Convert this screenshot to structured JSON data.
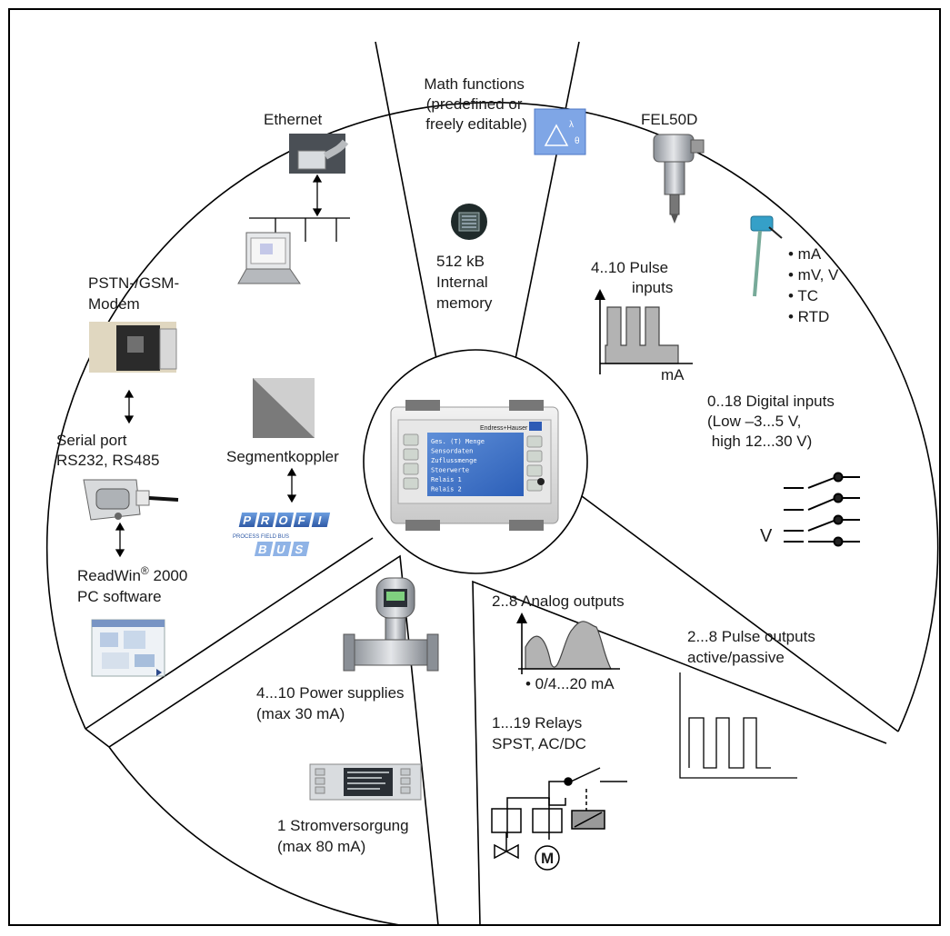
{
  "segments": {
    "math": {
      "title_lines": [
        "Math functions",
        "(predefined or",
        "freely editable)"
      ],
      "memory_lines": [
        "512 kB",
        "Internal",
        "memory"
      ]
    },
    "inputs": {
      "sensor_name": "FEL50D",
      "signal_types": [
        "• mA",
        "• mV, V",
        "• TC",
        "• RTD"
      ],
      "pulse_title_lines": [
        "4..10 Pulse",
        "inputs"
      ],
      "pulse_axis_label": "mA",
      "digital_lines": [
        "0..18 Digital inputs",
        "(Low –3...5 V,",
        " high 12...30 V)"
      ],
      "switch_label": "V"
    },
    "outputs": {
      "analog_title": "2..8 Analog outputs",
      "analog_range": "• 0/4...20 mA",
      "pulse_lines": [
        "2...8 Pulse outputs",
        "active/passive"
      ],
      "relay_lines": [
        "1...19 Relays",
        "SPST, AC/DC"
      ],
      "motor_label": "M"
    },
    "power": {
      "supplies_lines": [
        "4...10 Power supplies",
        "(max 30 mA)"
      ],
      "single_lines": [
        "1 Stromversorgung",
        "(max 80 mA)"
      ]
    },
    "comms": {
      "ethernet": "Ethernet",
      "modem_lines": [
        "PSTN-/GSM-",
        "Modem"
      ],
      "serial_lines": [
        "Serial port",
        "RS232, RS485"
      ],
      "software_name": "ReadWin",
      "software_sup": "®",
      "software_rest": " 2000",
      "software_line2": "PC software",
      "segmentkoppler": "Segmentkoppler",
      "profibus_top": "PROFI",
      "profibus_bottom": "BUS",
      "profibus_mid": "PROCESS FIELD BUS"
    },
    "device": {
      "brand": "Endress+Hauser",
      "screen_rows": [
        "Ges. (T) Menge",
        "Sensordaten",
        "Zuflussmenge",
        "Stoerwerte",
        "Relais 1",
        "Relais 2"
      ]
    }
  }
}
